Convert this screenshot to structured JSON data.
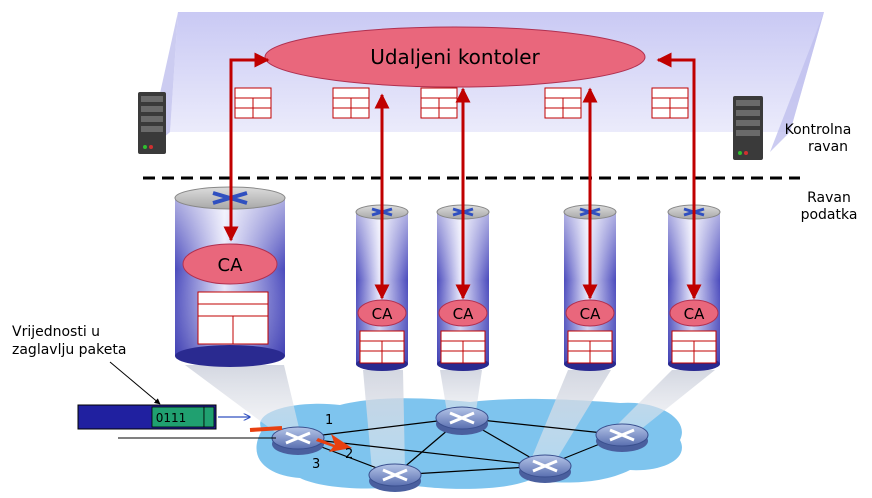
{
  "controller": {
    "label": "Udaljeni kontoler"
  },
  "planes": {
    "control_line1": "Kontrolna",
    "control_line2": "ravan",
    "data_line1": "Ravan",
    "data_line2": "podatka"
  },
  "agent_label": "CA",
  "header_values": {
    "line1": "Vrijednosti u",
    "line2": "zaglavlju paketa",
    "packet_value": "0111"
  },
  "ports": {
    "p1": "1",
    "p2": "2",
    "p3": "3"
  },
  "colors": {
    "arrow": "#c00000",
    "ellipse_fill": "#e9677c",
    "cloud": "#7ec4ee",
    "trapezoid": "#d9d9f7",
    "cylinder": "#6b6bd6",
    "packet": "#2020a0",
    "packet_field": "#20a070"
  }
}
